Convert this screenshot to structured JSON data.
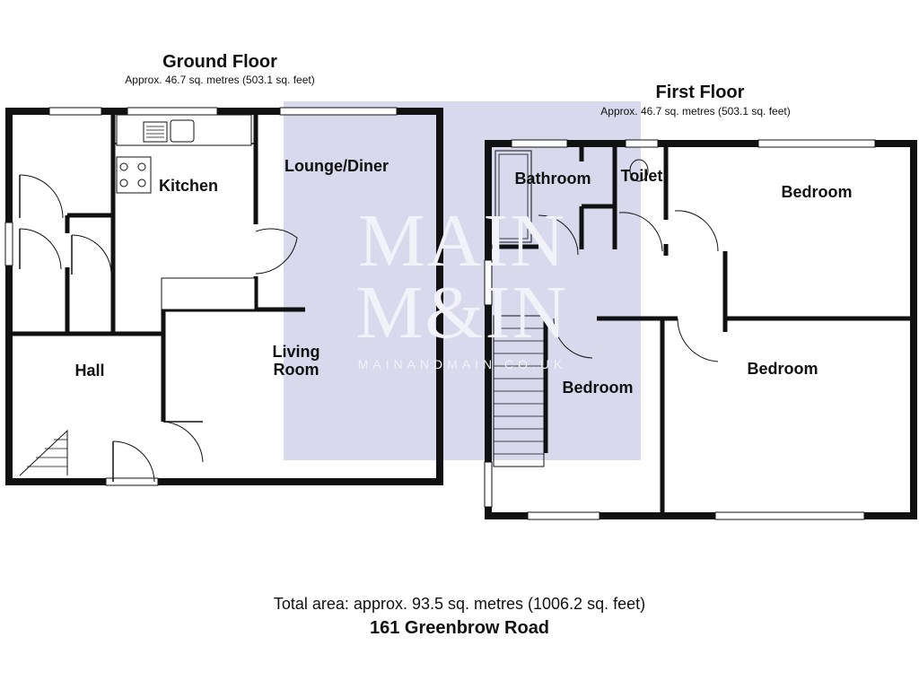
{
  "ground_floor": {
    "title": "Ground Floor",
    "area": "Approx. 46.7 sq. metres (503.1 sq. feet)",
    "rooms": {
      "kitchen": "Kitchen",
      "lounge_diner": "Lounge/Diner",
      "hall": "Hall",
      "living_room_line1": "Living",
      "living_room_line2": "Room"
    }
  },
  "first_floor": {
    "title": "First Floor",
    "area": "Approx. 46.7 sq. metres (503.1 sq. feet)",
    "rooms": {
      "bathroom": "Bathroom",
      "toilet": "Toilet",
      "bedroom_1": "Bedroom",
      "bedroom_2": "Bedroom",
      "bedroom_3": "Bedroom"
    }
  },
  "watermark": {
    "line1": "MAIN",
    "line2": "M&IN",
    "url": "MAINANDMAIN.CO.UK",
    "color": "#c9cbe6"
  },
  "footer": {
    "total_area": "Total area: approx. 93.5 sq. metres (1006.2 sq. feet)",
    "address": "161 Greenbrow Road"
  },
  "colors": {
    "wall": "#111111",
    "watermark_bg": "#d8d9ec"
  }
}
